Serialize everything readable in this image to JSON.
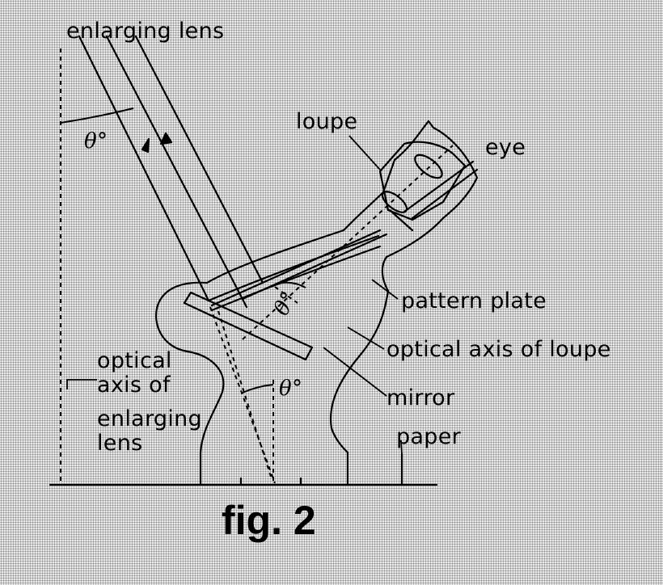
{
  "labels": {
    "enlarging_lens": "enlarging lens",
    "loupe": "loupe",
    "eye": "eye",
    "pattern_plate": "pattern plate",
    "optical_axis_loupe": "optical axis of loupe",
    "mirror": "mirror",
    "paper": "paper",
    "optical_axis_enlarging_lens": [
      "optical",
      "axis of",
      "enlarging",
      "lens"
    ],
    "theta": "θ°"
  },
  "caption": "fig. 2"
}
